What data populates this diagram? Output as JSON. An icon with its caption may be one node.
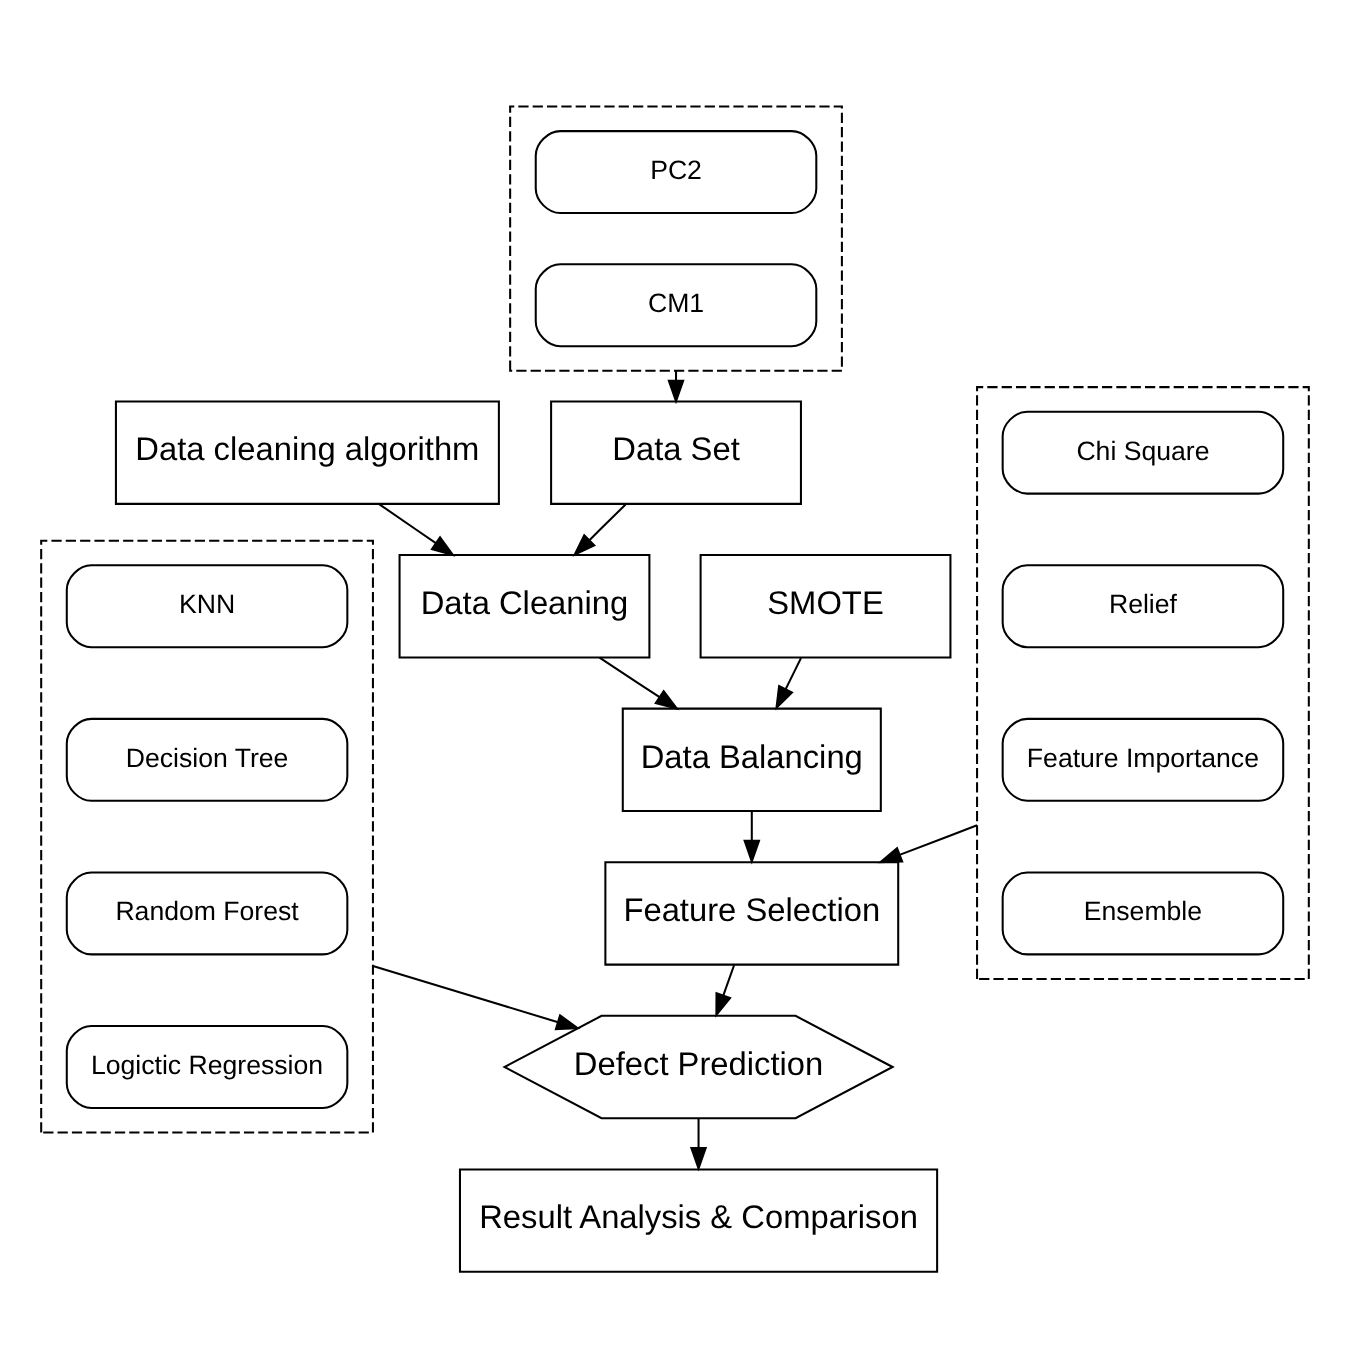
{
  "diagram": {
    "nodes": [
      {
        "text": [],
        "shape": "box"
      },
      {
        "text": [
          "PC2"
        ],
        "in": 0
      },
      {
        "text": [
          "CM1"
        ],
        "in": 0
      },
      {
        "text": [
          "Data Set"
        ]
      },
      {
        "text": [
          "Data cleaning algorithm"
        ]
      },
      {
        "text": [
          "Data Cleaning"
        ]
      },
      {
        "text": [
          "SMOTE"
        ]
      },
      {
        "text": [
          "Data Balancing"
        ]
      },
      {
        "text": [],
        "shape": "box"
      },
      {
        "text": [
          "KNN"
        ],
        "in": 8
      },
      {
        "text": [
          "Decision Tree"
        ],
        "in": 8
      },
      {
        "text": [
          "Random Forest"
        ],
        "in": 8
      },
      {
        "text": [
          "Logictic Regression"
        ],
        "in": 8
      },
      {
        "text": [],
        "shape": "box"
      },
      {
        "text": [
          "Chi Square"
        ],
        "in": 13
      },
      {
        "text": [
          "Relief"
        ],
        "in": 13
      },
      {
        "text": [
          "Feature Importance"
        ],
        "in": 13
      },
      {
        "text": [
          "Ensemble"
        ],
        "in": 13
      },
      {
        "text": [
          "Feature Selection"
        ]
      },
      {
        "text": [
          "Defect Prediction"
        ]
      },
      {
        "text": [
          "Result Analysis & Comparison"
        ]
      }
    ],
    "edges": [
      {
        "from": 0,
        "to": 3,
        "arrow": "to"
      },
      {
        "from": 3,
        "to": 5,
        "arrow": "to"
      },
      {
        "from": 4,
        "to": 5,
        "arrow": "to"
      },
      {
        "from": 5,
        "to": 7,
        "arrow": "to"
      },
      {
        "from": 6,
        "to": 7,
        "arrow": "to"
      },
      {
        "from": 7,
        "to": 18,
        "arrow": "to"
      },
      {
        "from": 13,
        "to": 18,
        "arrow": "to"
      },
      {
        "from": 18,
        "to": 19,
        "arrow": "to"
      },
      {
        "from": 8,
        "to": 19,
        "arrow": "to"
      },
      {
        "from": 19,
        "to": 20,
        "arrow": "to"
      }
    ]
  }
}
